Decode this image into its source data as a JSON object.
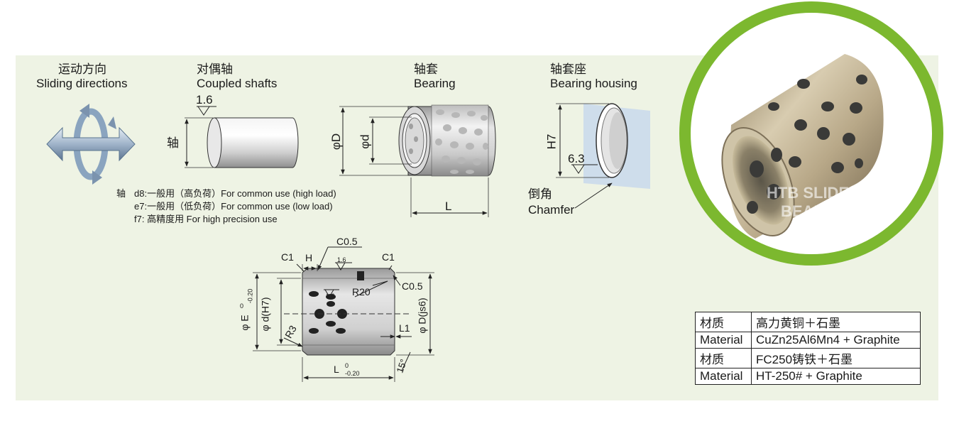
{
  "sliding": {
    "zh": "运动方向",
    "en": "Sliding directions"
  },
  "shafts": {
    "zh": "对偶轴",
    "en": "Coupled shafts",
    "roughness": "1.6",
    "axis_label": "轴"
  },
  "bearing": {
    "zh": "轴套",
    "en": "Bearing",
    "dim_D": "φD",
    "dim_d": "φd",
    "dim_L": "L"
  },
  "housing": {
    "zh": "轴套座",
    "en": "Bearing housing",
    "tolerance": "H7",
    "roughness": "6.3",
    "chamfer_zh": "倒角",
    "chamfer_en": "Chamfer"
  },
  "shaft_tolerances": {
    "prefix": "轴",
    "lines": [
      "d8:一般用（高负荷）For common use (high load)",
      "e7:一般用（低负荷）For common use (low load)",
      "f7: 高精度用 For high precision use"
    ]
  },
  "drawing": {
    "c1_left": "C1",
    "h": "H",
    "c05_top": "C0.5",
    "r16_top": "1.6",
    "c1_right": "C1",
    "r16_inner": "1.6",
    "r20": "R20",
    "c05_right": "C0.5",
    "phi_e": "φ E",
    "phi_e_upper": "0",
    "phi_e_lower": "-0.20",
    "phi_d_h7": "φ d(H7)",
    "phi_d_js6": "φ D(js6)",
    "r3": "R3",
    "l1": "L1",
    "angle": "15°",
    "l": "L",
    "l_upper": "0",
    "l_lower": "-0.20"
  },
  "photo": {
    "watermark_1": "HTB SLIDE",
    "watermark_2": "BEARING"
  },
  "colors": {
    "panel_bg": "#eef3e4",
    "ring": "#7cb82f",
    "housing_plane": "#c8d8ec"
  },
  "materials": [
    {
      "label": "材质",
      "value": "高力黄铜＋石墨"
    },
    {
      "label": "Material",
      "value": "CuZn25Al6Mn4 + Graphite"
    },
    {
      "label": "材质",
      "value": "FC250铸铁＋石墨"
    },
    {
      "label": "Material",
      "value": "HT-250# + Graphite"
    }
  ]
}
